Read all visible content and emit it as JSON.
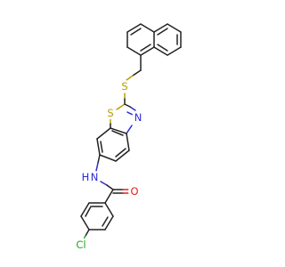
{
  "atoms": {
    "S_thioether": {
      "text": "S",
      "color": "#b4a000"
    },
    "S_ring": {
      "text": "S",
      "color": "#b4a000"
    },
    "N_ring": {
      "text": "N",
      "color": "#2a2ad8"
    },
    "N_amide": {
      "text": "N",
      "color": "#2a2ad8"
    },
    "H_amide": {
      "text": "H",
      "color": "#2a2ad8"
    },
    "O_carbonyl": {
      "text": "O",
      "color": "#e0201a"
    },
    "Cl": {
      "text": "Cl",
      "color": "#1ea81e"
    }
  }
}
